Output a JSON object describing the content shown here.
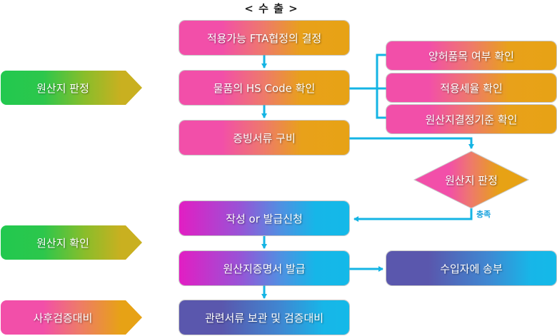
{
  "title": "< 수 출 >",
  "stage_tags": [
    {
      "label": "원산지 판정",
      "color": "green"
    },
    {
      "label": "원산지 확인",
      "color": "green"
    },
    {
      "label": "사후검증대비",
      "color": "pink"
    }
  ],
  "main_steps": [
    {
      "label": "적용가능 FTA협정의 결정"
    },
    {
      "label": "물품의 HS Code 확인"
    },
    {
      "label": "증빙서류 구비"
    },
    {
      "label": "작성 or 발급신청"
    },
    {
      "label": "원산지증명서 발급"
    },
    {
      "label": "관련서류 보관 및 검증대비"
    }
  ],
  "hs_code_substeps": [
    {
      "label": "양허품목 여부 확인"
    },
    {
      "label": "적용세율 확인"
    },
    {
      "label": "원산지결정기준 확인"
    }
  ],
  "decision": {
    "label": "원산지 판정",
    "yes_label": "충족"
  },
  "send_step": {
    "label": "수입자에 송부"
  },
  "colors": {
    "connector": "#14b4e4",
    "pink": "#f24fa9",
    "orange": "#e7a215",
    "green": "#22c84f",
    "magenta": "#e21ec3",
    "cyan": "#14b9e8",
    "indigo": "#5a57ad"
  }
}
